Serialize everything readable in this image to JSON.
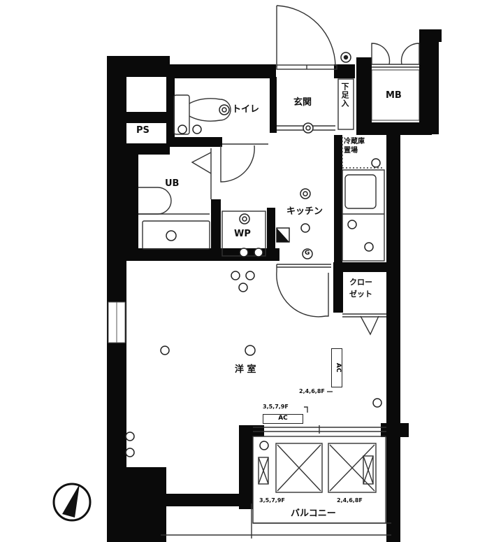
{
  "plan": {
    "colors": {
      "wall": "#0a0a0a",
      "line": "#333333",
      "background": "#ffffff"
    },
    "rooms": {
      "toilet": "トイレ",
      "entrance": "玄関",
      "shoe_closet": "下足入",
      "meter_box": "MB",
      "pipe_space": "PS",
      "fridge_space_line1": "冷蔵庫",
      "fridge_space_line2": "置場",
      "unit_bath": "UB",
      "kitchen": "キッチン",
      "washer_pan": "WP",
      "closet_line1": "クロー",
      "closet_line2": "ゼット",
      "western_room": "洋 室",
      "balcony": "バルコニー"
    },
    "equipment": {
      "ac_room": "AC",
      "ac_balcony": "AC",
      "ac_room_floors": "2,4,6,8F",
      "ac_top_floors": "3,5,7,9F",
      "balcony_left_floors": "3,5,7,9F",
      "balcony_right_floors": "2,4,6,8F",
      "gas_symbol": "G"
    },
    "compass": {
      "label": "north-arrow"
    }
  }
}
